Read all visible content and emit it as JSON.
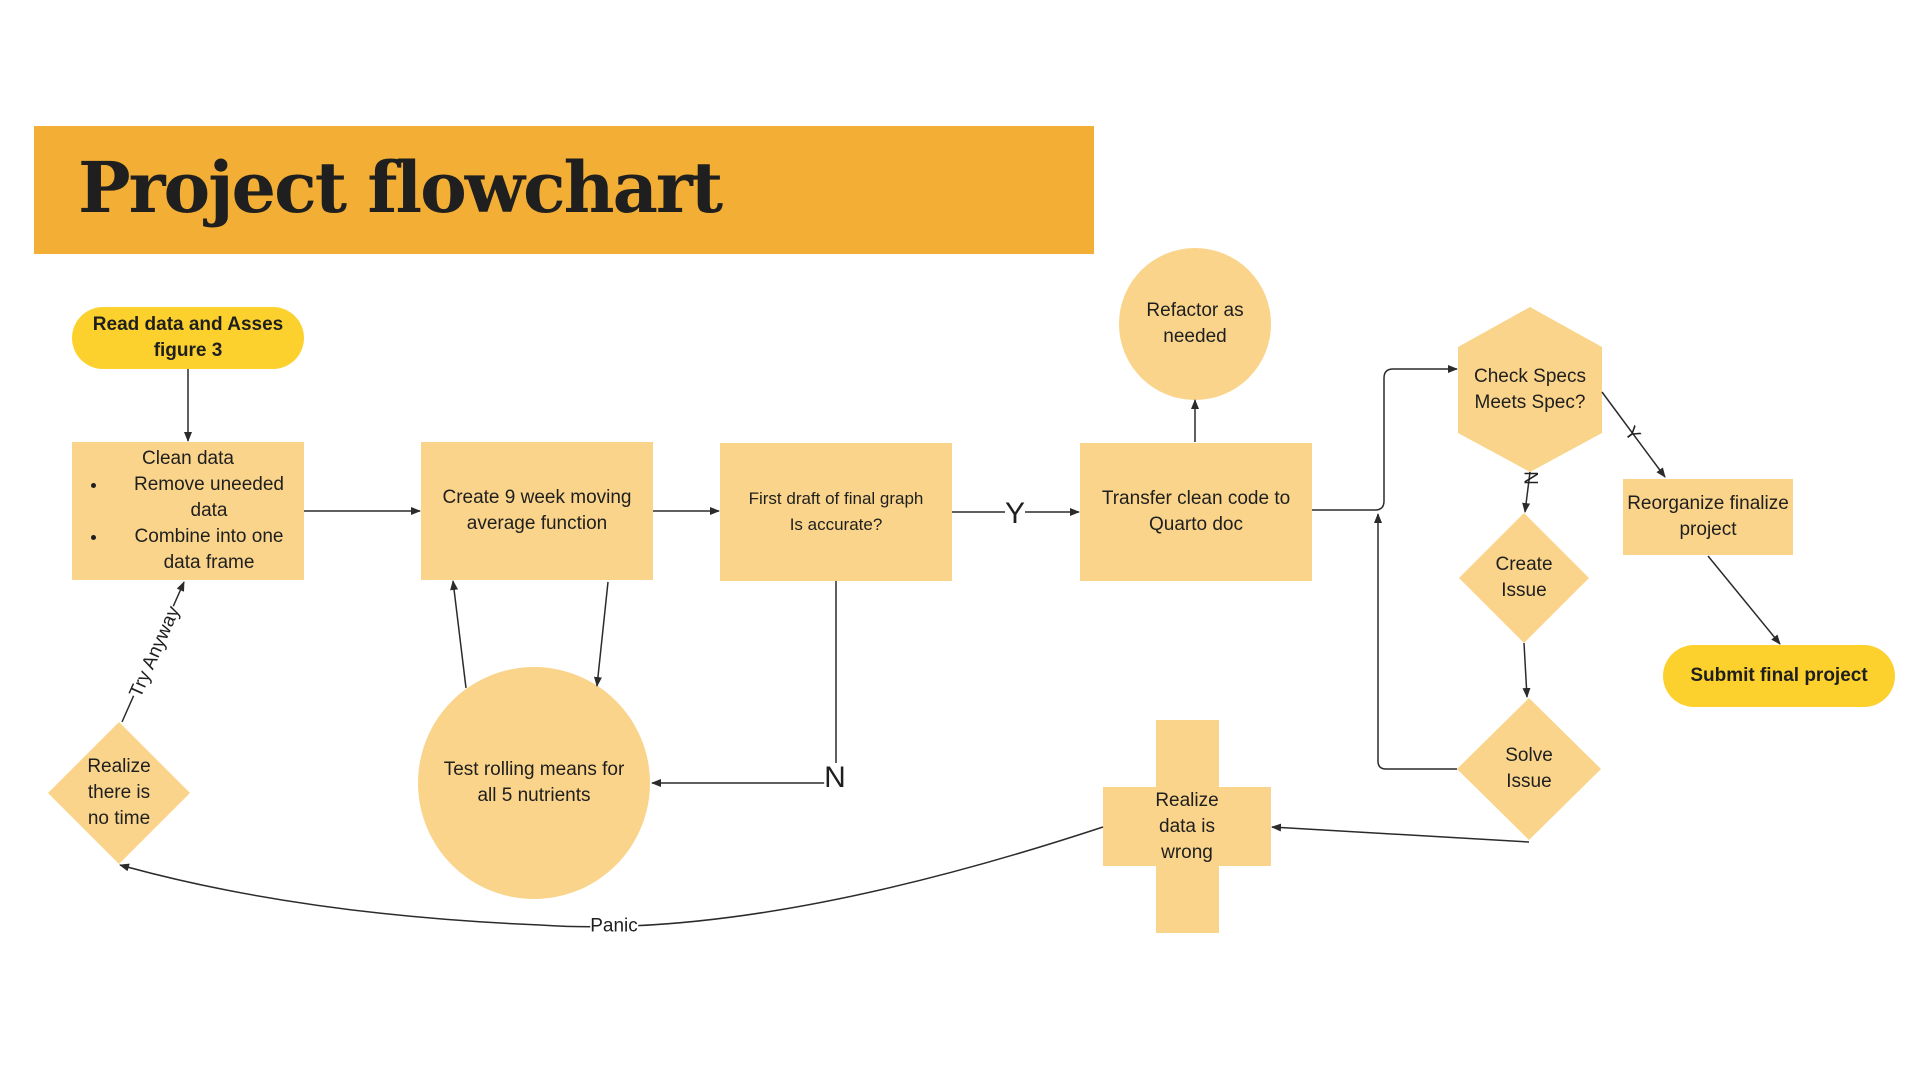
{
  "title": "Project flowchart",
  "colors": {
    "banner": "#f2ae35",
    "node_fill": "#f9d48a",
    "terminal_fill": "#fcd12e",
    "line": "#2b2b2b",
    "text": "#1f1f1f"
  },
  "nodes": {
    "read_data": "Read data and Asses figure 3",
    "clean_data": {
      "heading": "Clean data",
      "bullets": [
        "Remove uneeded data",
        "Combine into one data frame"
      ]
    },
    "moving_average": "Create 9 week moving average function",
    "first_draft": "First draft of final graph\nIs accurate?",
    "test_rolling": "Test rolling means for all 5 nutrients",
    "refactor": "Refactor as needed",
    "transfer": "Transfer clean code to Quarto doc",
    "check_specs": "Check Specs\nMeets Spec?",
    "create_issue": "Create\nIssue",
    "solve_issue": "Solve\nIssue",
    "reorganize": "Reorganize finalize project",
    "submit": "Submit final project",
    "realize_wrong": "Realize\ndata is\nwrong",
    "realize_no_time": "Realize\nthere is\nno time"
  },
  "edge_labels": {
    "yes_draft": "Y",
    "no_draft": "N",
    "yes_spec": "Y",
    "no_spec": "N",
    "try_anyway": "Try Anyway",
    "panic": "Panic"
  }
}
